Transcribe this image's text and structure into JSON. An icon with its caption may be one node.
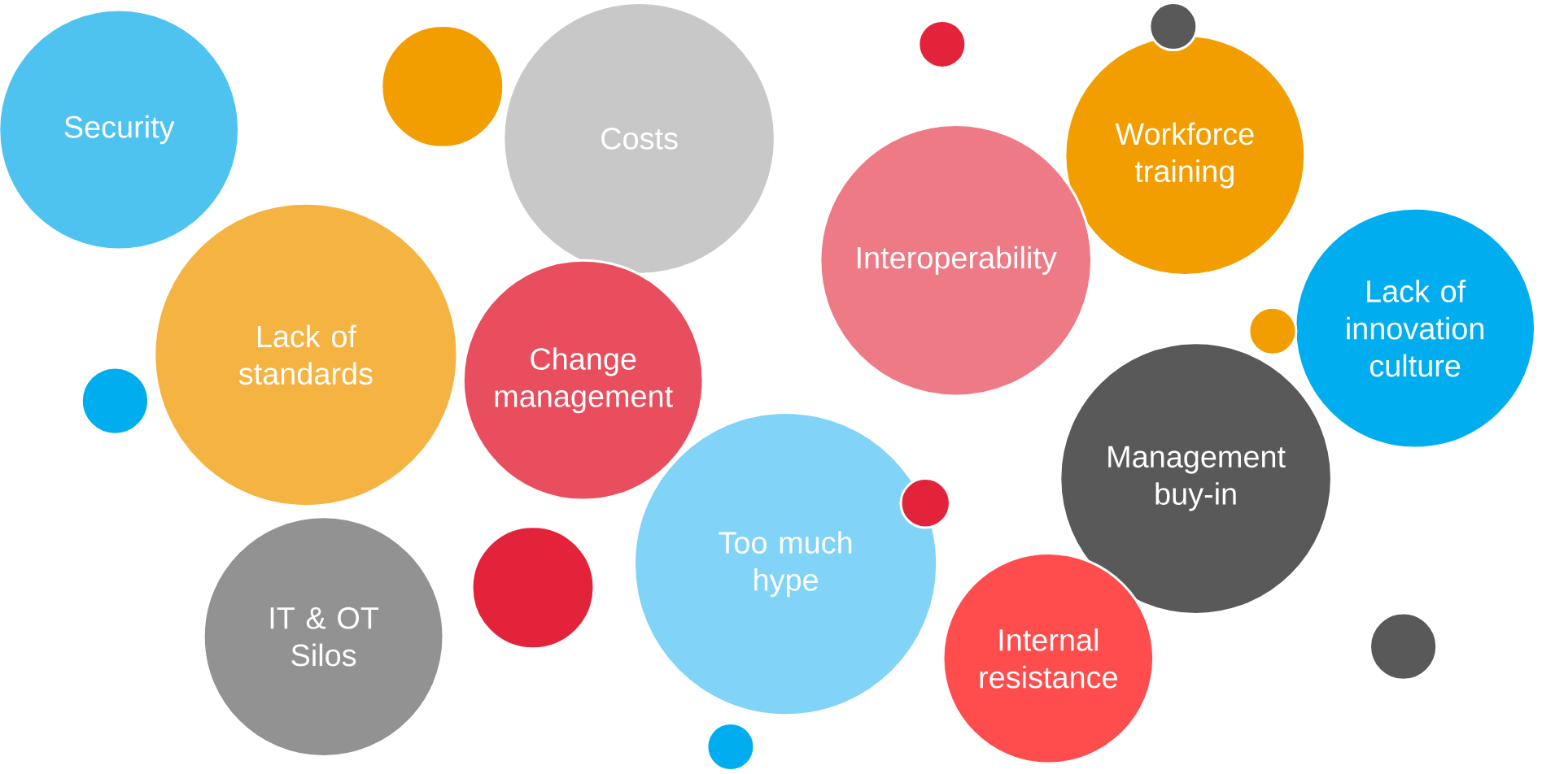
{
  "diagram": {
    "nodes": [
      {
        "text": [
          "Security"
        ]
      },
      {
        "text": [
          "Costs"
        ]
      },
      {
        "text": [
          "Interoperability"
        ]
      },
      {
        "text": [
          "Workforce training"
        ]
      },
      {
        "text": [
          "Lack of standards"
        ]
      },
      {
        "text": [
          "Change management"
        ]
      },
      {
        "text": [
          "Lack of innovation culture"
        ]
      },
      {
        "text": [
          "Management buy-in"
        ]
      },
      {
        "text": [
          "Too much hype"
        ]
      },
      {
        "text": [
          "IT & OT Silos"
        ]
      },
      {
        "text": [
          "Internal resistance"
        ]
      },
      {
        "text": [],
        "shape": "circle"
      },
      {
        "text": [],
        "shape": "circle"
      },
      {
        "text": [],
        "shape": "circle"
      },
      {
        "text": [],
        "shape": "circle"
      },
      {
        "text": [],
        "shape": "circle"
      },
      {
        "text": [],
        "shape": "circle"
      },
      {
        "text": [],
        "shape": "circle"
      },
      {
        "text": [],
        "shape": "circle"
      },
      {
        "text": [],
        "shape": "circle"
      }
    ]
  }
}
